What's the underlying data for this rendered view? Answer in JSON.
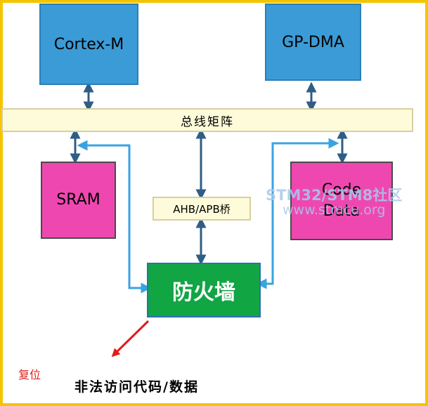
{
  "blocks": {
    "cortex": "Cortex-M",
    "gpdma": "GP-DMA",
    "bus": "总线矩阵",
    "sram": "SRAM",
    "code_line1": "Code",
    "code_line2": "Data",
    "bridge": "AHB/APB桥",
    "firewall": "防火墙"
  },
  "labels": {
    "reset": "复位",
    "illegal": "非法访问代码/数据"
  },
  "watermark": {
    "line1": "STM32/STM8社区",
    "line2": "www.stmcu.org"
  },
  "colors": {
    "frame": "#f5c400",
    "cpu_blue": "#3b9bd6",
    "memory_pink": "#ee48b0",
    "firewall_green": "#11a544",
    "bus_fill": "#fdfbd9",
    "arrow_dark": "#2f5d86",
    "arrow_light": "#39a3e0",
    "reset_red": "#e41b1b"
  }
}
